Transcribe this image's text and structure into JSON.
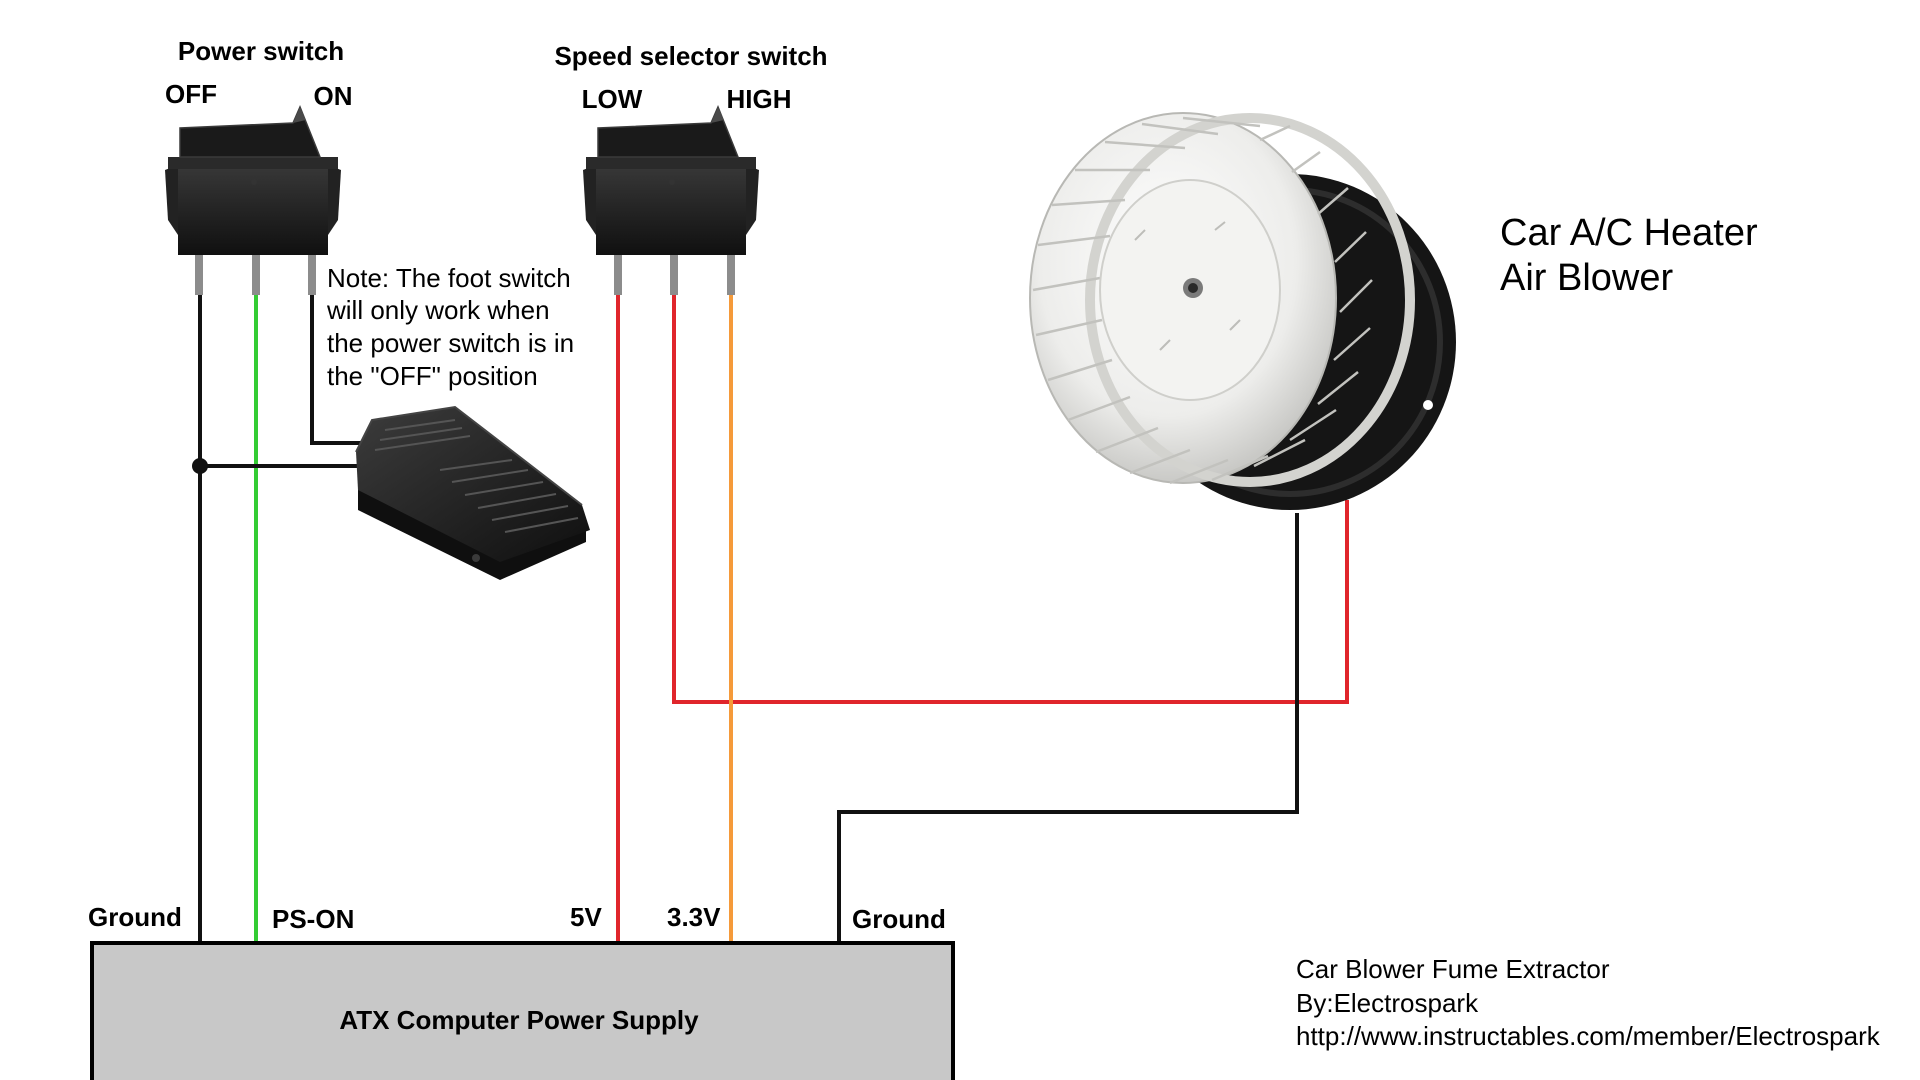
{
  "power_switch": {
    "title": "Power switch",
    "off_label": "OFF",
    "on_label": "ON"
  },
  "speed_switch": {
    "title": "Speed selector switch",
    "low_label": "LOW",
    "high_label": "HIGH"
  },
  "note": {
    "lines": [
      "Note: The foot switch",
      "will only work when",
      "the power switch is in",
      "the \"OFF\" position"
    ]
  },
  "blower": {
    "title_lines": [
      "Car A/C Heater",
      "Air Blower"
    ]
  },
  "psu": {
    "title": "ATX Computer Power Supply",
    "pins": {
      "ground_left": "Ground",
      "ps_on": "PS-ON",
      "five_v": "5V",
      "three_v": "3.3V",
      "ground_right": "Ground"
    }
  },
  "credits": {
    "lines": [
      "Car Blower Fume Extractor",
      "By:Electrospark",
      "http://www.instructables.com/member/Electrospark"
    ]
  },
  "colors": {
    "black_wire": "#111111",
    "green_wire": "#33cc33",
    "red_wire": "#e0252b",
    "orange_wire": "#f59a3a",
    "psu_fill": "#c8c8c8",
    "switch_body": "#1c1c1c",
    "impeller": "#ececea",
    "motor_plate": "#151515"
  },
  "icons": {
    "power_switch": "rocker-switch-icon",
    "speed_switch": "rocker-switch-icon",
    "foot_switch": "foot-pedal-icon",
    "blower": "blower-fan-icon",
    "junction": "junction-dot-icon"
  }
}
